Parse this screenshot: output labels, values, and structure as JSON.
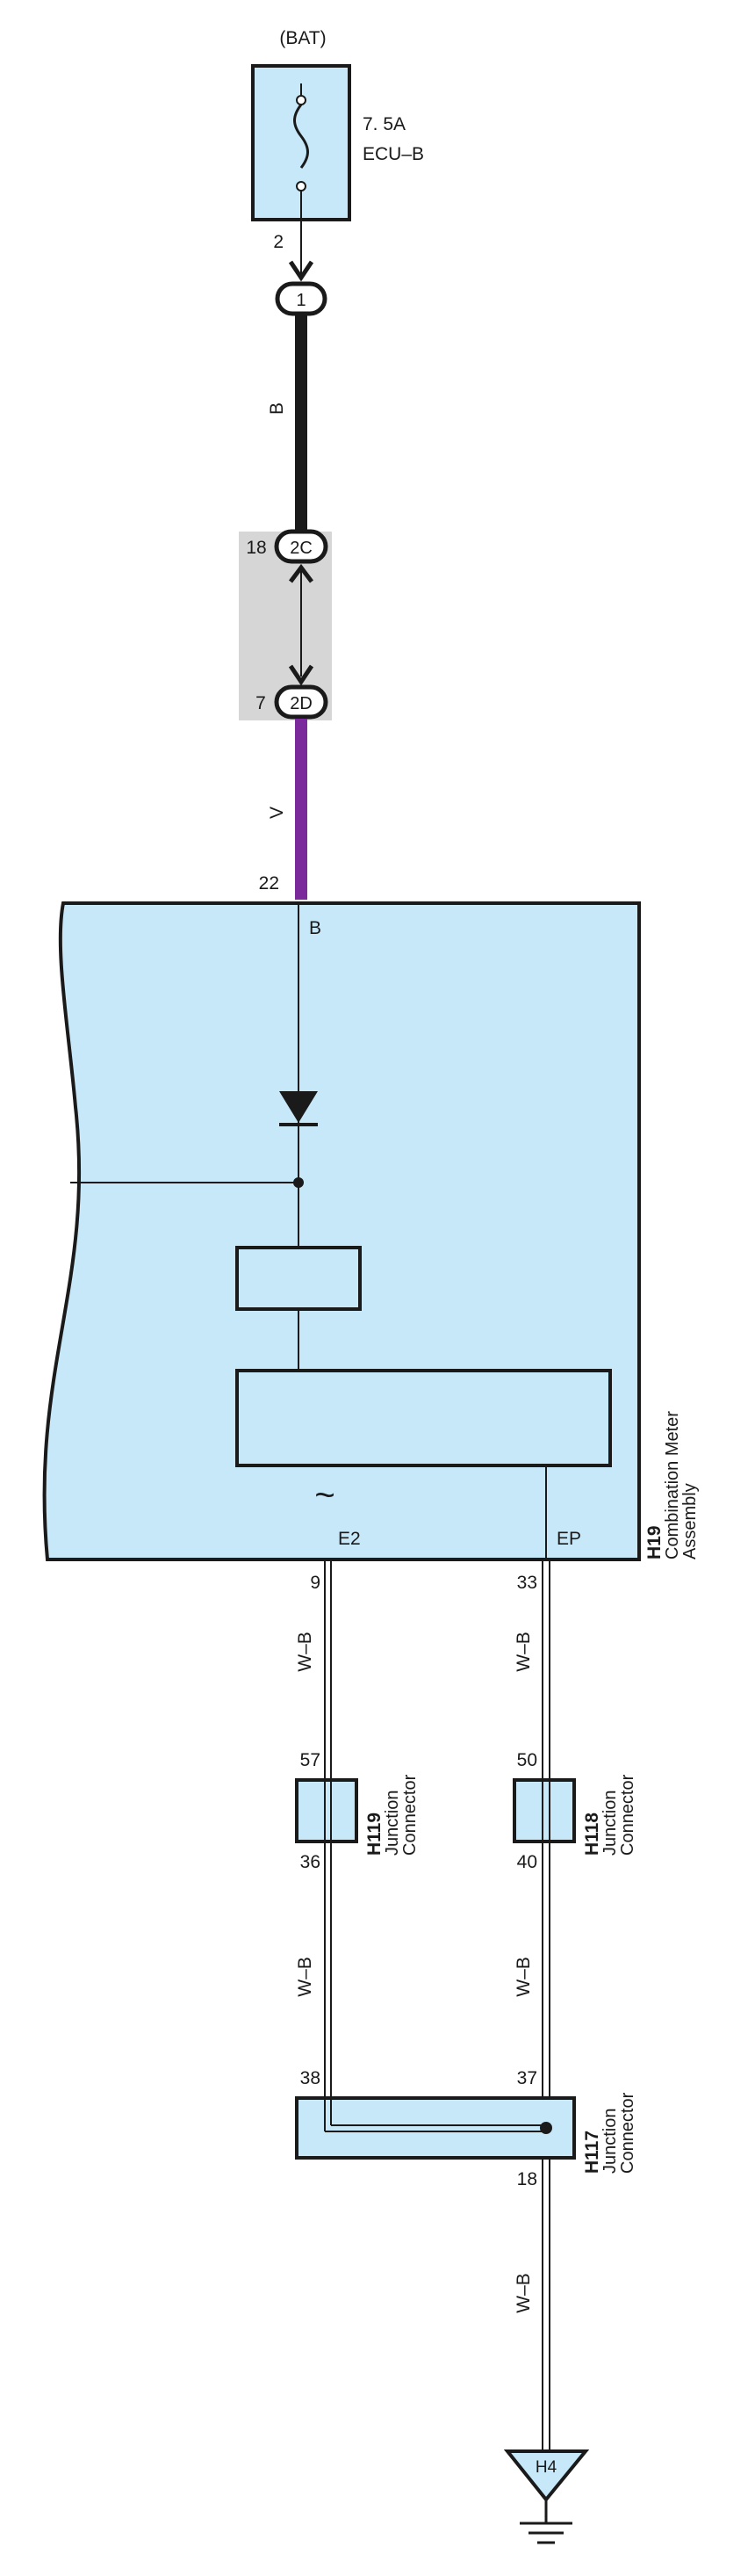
{
  "colors": {
    "box_fill": "#c6e8f9",
    "stroke": "#1a1a1a",
    "wire_black": "#1a1a1a",
    "wire_violet": "#7a2a9a",
    "shade": "#d6d6d6"
  },
  "power": {
    "source": "(BAT)",
    "fuse_rating": "7. 5A",
    "fuse_name": "ECU–B",
    "fuse_pin": "2"
  },
  "connector_1": {
    "label": "1"
  },
  "wire_b": {
    "color_code": "B"
  },
  "inline_connectors": [
    {
      "label": "2C",
      "pin": "18"
    },
    {
      "label": "2D",
      "pin": "7"
    }
  ],
  "wire_v": {
    "color_code": "V"
  },
  "meter": {
    "code": "H19",
    "name_line1": "Combination Meter",
    "name_line2": "Assembly",
    "pin_b": "22",
    "terminal_b": "B",
    "terminal_e2": "E2",
    "terminal_ep": "EP",
    "pin_e2": "9",
    "pin_ep": "33",
    "tilde": "~"
  },
  "wire_wb": {
    "color_code": "W–B"
  },
  "junctions": [
    {
      "code": "H119",
      "line1": "Junction",
      "line2": "Connector",
      "pin_in": "57",
      "pin_out": "36"
    },
    {
      "code": "H118",
      "line1": "Junction",
      "line2": "Connector",
      "pin_in": "50",
      "pin_out": "40"
    },
    {
      "code": "H117",
      "line1": "Junction",
      "line2": "Connector",
      "pin_left": "38",
      "pin_right": "37",
      "pin_out": "18"
    }
  ],
  "ground": {
    "label": "H4"
  }
}
